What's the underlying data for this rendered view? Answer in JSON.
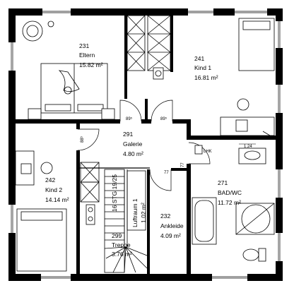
{
  "rooms": {
    "eltern": {
      "number": "231",
      "name": "Eltern",
      "area": "15.82 m²"
    },
    "kind1": {
      "number": "241",
      "name": "Kind 1",
      "area": "16.81 m²"
    },
    "galerie": {
      "number": "291",
      "name": "Galerie",
      "area": "4.80 m²"
    },
    "kind2": {
      "number": "242",
      "name": "Kind 2",
      "area": "14.14 m²"
    },
    "bad": {
      "number": "271",
      "name": "BAD/WC",
      "area": "11.72 m²"
    },
    "ankleide": {
      "number": "232",
      "name": "Ankleide",
      "area": "4.09 m²"
    },
    "treppe": {
      "number": "299",
      "name": "Treppe",
      "area": "3.76 m²"
    }
  },
  "stair": {
    "label": "16 STG 19/25"
  },
  "luftraum": {
    "name": "Luftraum 1",
    "area": "1.02 m²"
  },
  "dimensions": {
    "door_eltern": "89⁵",
    "door_kind1": "89⁵",
    "door_kind2": "88⁵",
    "ankleide_width": "77",
    "ankleide_door": "77",
    "bad_niche": "1.24"
  },
  "labels": {
    "lhk": "LHK"
  }
}
